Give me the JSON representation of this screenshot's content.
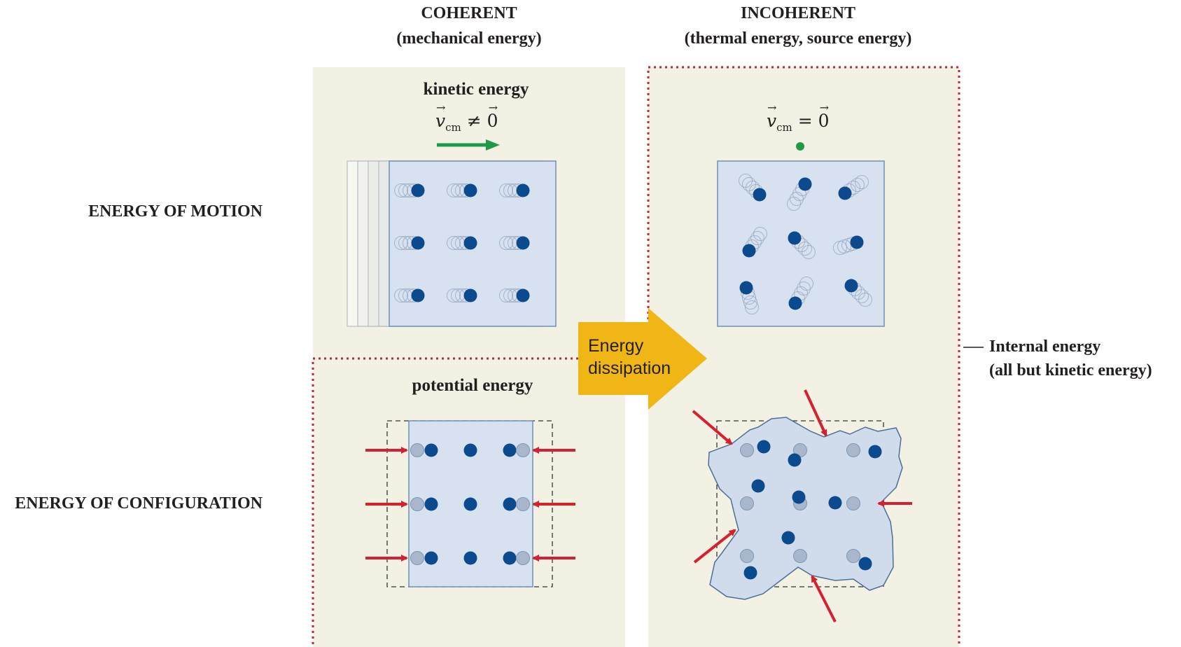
{
  "columns": {
    "coherent": {
      "title": "COHERENT",
      "subtitle": "(mechanical energy)"
    },
    "incoherent": {
      "title": "INCOHERENT",
      "subtitle": "(thermal energy, source energy)"
    }
  },
  "rows": {
    "motion": "ENERGY OF MOTION",
    "configuration": "ENERGY OF CONFIGURATION"
  },
  "panels": {
    "kinetic": "kinetic energy",
    "potential": "potential energy",
    "vcm_nonzero": {
      "symbol": "v",
      "sub": "cm",
      "relation": "≠",
      "zero": "0"
    },
    "vcm_zero": {
      "symbol": "v",
      "sub": "cm",
      "relation": "=",
      "zero": "0"
    }
  },
  "dissipation_arrow": {
    "line1": "Energy",
    "line2": "dissipation"
  },
  "internal_energy": {
    "line1": "Internal  energy",
    "line2": "(all but  kinetic energy)"
  },
  "colors": {
    "panel_bg": "#f3f1e4",
    "box_fill": "#d7e1ef",
    "box_stroke": "#6f8fb5",
    "particle": "#0b4a8c",
    "ghost": "#a9b7cc",
    "red_arrow": "#d6202f",
    "green": "#1f9a48",
    "gold": "#f0b616",
    "dotted": "#c0282f"
  }
}
